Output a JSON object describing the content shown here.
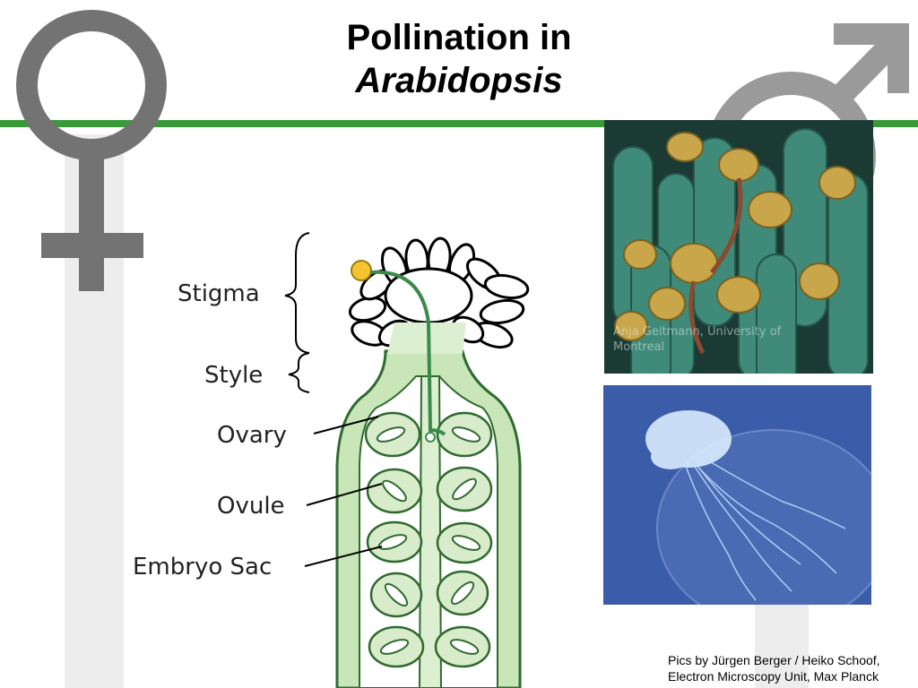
{
  "title": {
    "line1": "Pollination in",
    "line2": "Arabidopsis"
  },
  "labels": {
    "stigma": "Stigma",
    "style": "Style",
    "ovary": "Ovary",
    "ovule": "Ovule",
    "embryo_sac": "Embryo Sac"
  },
  "photo_top": {
    "credit": "Anja Geitmann, University of Montreal"
  },
  "footer": {
    "credit": "Pics by Jürgen Berger / Heiko Schoof, Electron Microscopy Unit, Max Planck"
  },
  "icons": [
    "female-symbol-icon",
    "male-symbol-icon"
  ],
  "colors": {
    "accent_green": "#3a9a3a",
    "symbol_gray": "#737373",
    "tissue_green": "#c8e6b8",
    "pollen_yellow": "#f4c430",
    "pollen_tube": "#3a8a4a",
    "fluorescence_blue": "#3b5ca8"
  }
}
